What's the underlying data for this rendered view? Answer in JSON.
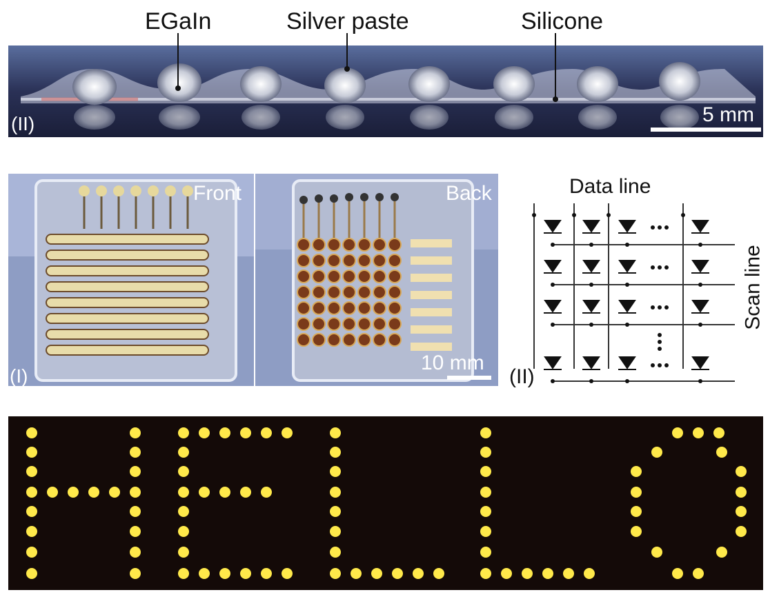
{
  "top_panel": {
    "labels": {
      "egain": "EGaIn",
      "silver_paste": "Silver paste",
      "silicone": "Silicone"
    },
    "panel_label": "(II)",
    "scale_bar": "5 mm"
  },
  "middle_panel": {
    "front_label": "Front",
    "back_label": "Back",
    "panel_label_left": "(I)",
    "scale_bar": "10 mm",
    "schematic": {
      "data_line_label": "Data line",
      "scan_line_label": "Scan line",
      "panel_label": "(II)"
    }
  },
  "bottom_panel": {
    "led_color": "#ffe94a"
  }
}
